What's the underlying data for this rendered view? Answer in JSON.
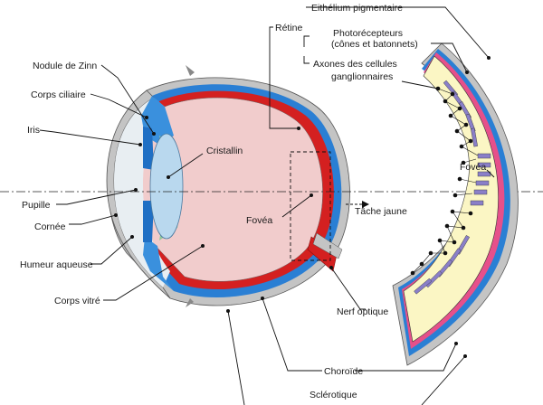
{
  "labels": {
    "nodule_zinn": "Nodule de Zinn",
    "corps_ciliaire": "Corps ciliaire",
    "iris": "Iris",
    "pupille": "Pupille",
    "cornee": "Cornée",
    "humeur_aqueuse": "Humeur aqueuse",
    "corps_vitre": "Corps vitré",
    "cristallin": "Cristallin",
    "fovea_left": "Fovéa",
    "retine": "Rétine",
    "epithelium": "Eithélium pigmentaire",
    "photorecepteurs_1": "Photorécepteurs",
    "photorecepteurs_2": "(cônes et batonnets)",
    "axones_1": "Axones des cellules",
    "axones_2": "ganglionnaires",
    "fovea_right": "Fovéa",
    "tache_jaune": "Tâche jaune",
    "nerf_optique": "Nerf optique",
    "choroide": "Choroïde",
    "sclerotique": "Sclérotique"
  },
  "colors": {
    "sclera": "#c4c4c4",
    "choroid": "#2a7fd4",
    "retina": "#d42020",
    "vitreous": "#f1cccc",
    "lens": "#b9d8ee",
    "aqueous": "#e8eef2",
    "ciliary": "#3a90dd",
    "zonule": "#8ec89a",
    "retina_panel": "#fbf6c4",
    "rod": "#8a7fc8",
    "pigment": "#e6508a"
  },
  "icons": {
    "arrow": "dashed-right-arrow-icon"
  }
}
